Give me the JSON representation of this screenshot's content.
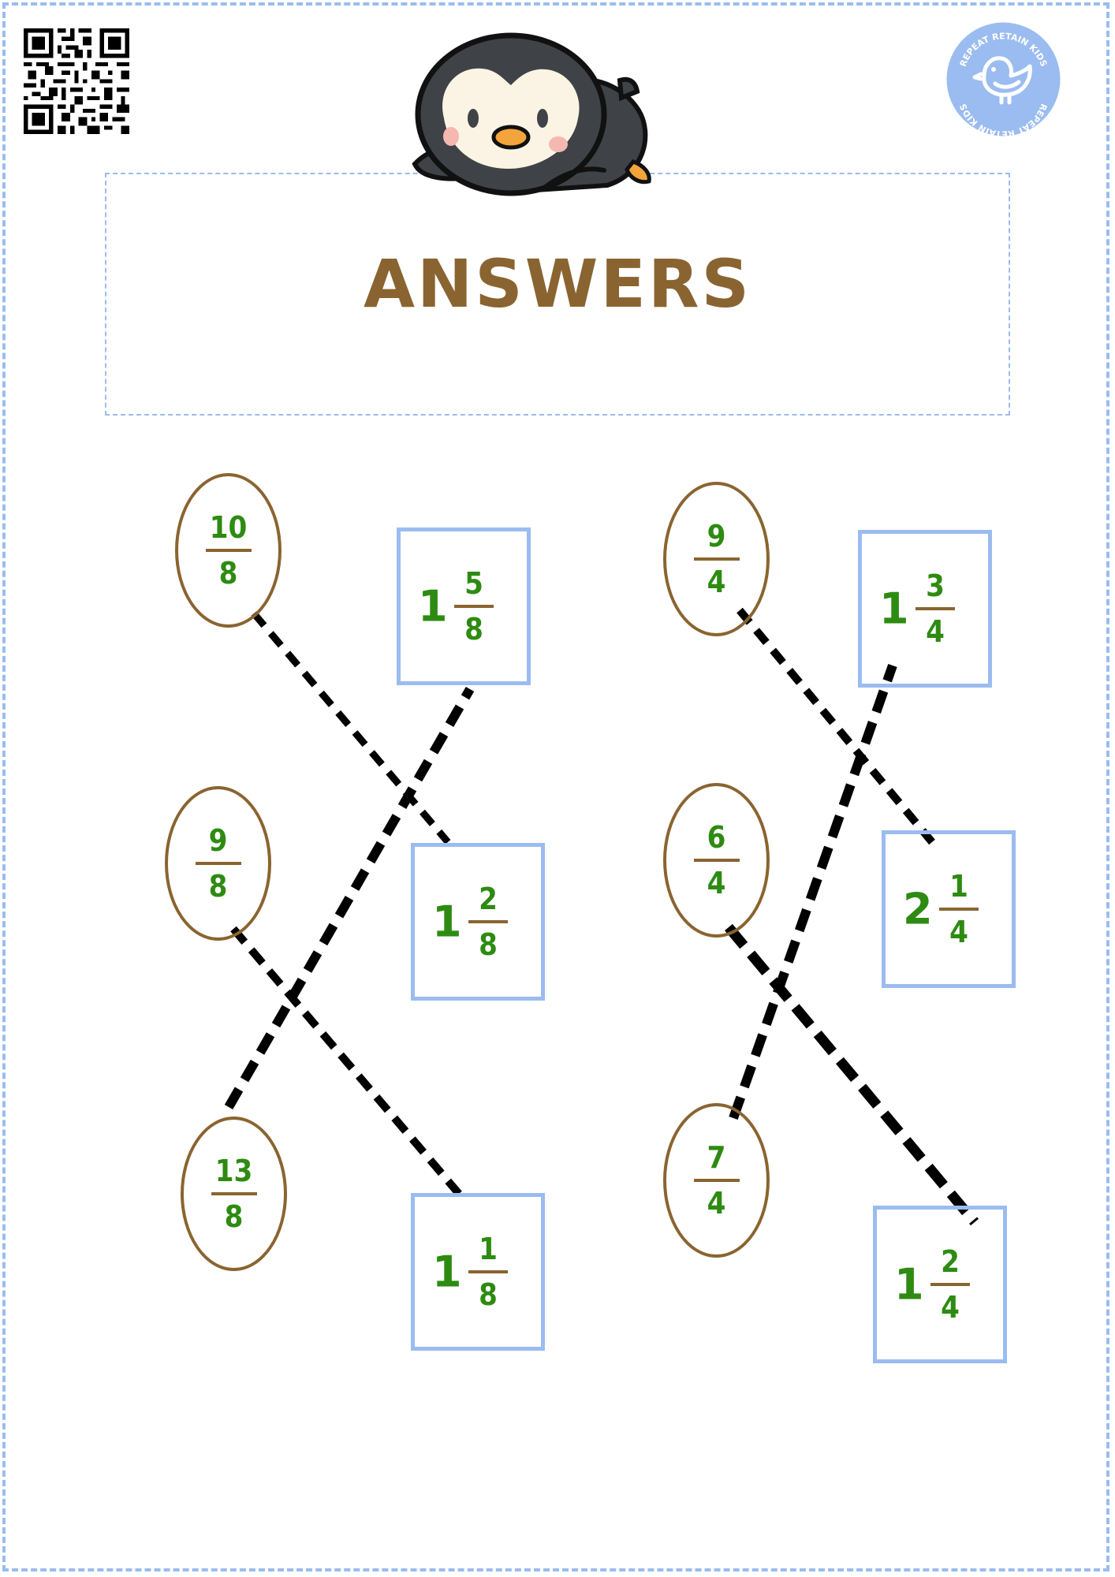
{
  "title": "ANSWERS",
  "logo_text": "REPEAT RETAIN KIDS",
  "colors": {
    "border": "#9bbcf0",
    "title": "#8a6430",
    "fraction_text": "#2e8b12",
    "oval_border": "#8a6430",
    "box_border": "#9bbcf0",
    "logo_bg": "#9bbcf0"
  },
  "ovals": [
    {
      "num": "10",
      "den": "8"
    },
    {
      "num": "9",
      "den": "8"
    },
    {
      "num": "13",
      "den": "8"
    },
    {
      "num": "9",
      "den": "4"
    },
    {
      "num": "6",
      "den": "4"
    },
    {
      "num": "7",
      "den": "4"
    }
  ],
  "boxes": [
    {
      "whole": "1",
      "num": "5",
      "den": "8"
    },
    {
      "whole": "1",
      "num": "2",
      "den": "8"
    },
    {
      "whole": "1",
      "num": "1",
      "den": "8"
    },
    {
      "whole": "1",
      "num": "3",
      "den": "4"
    },
    {
      "whole": "2",
      "num": "1",
      "den": "4"
    },
    {
      "whole": "1",
      "num": "2",
      "den": "4"
    }
  ]
}
